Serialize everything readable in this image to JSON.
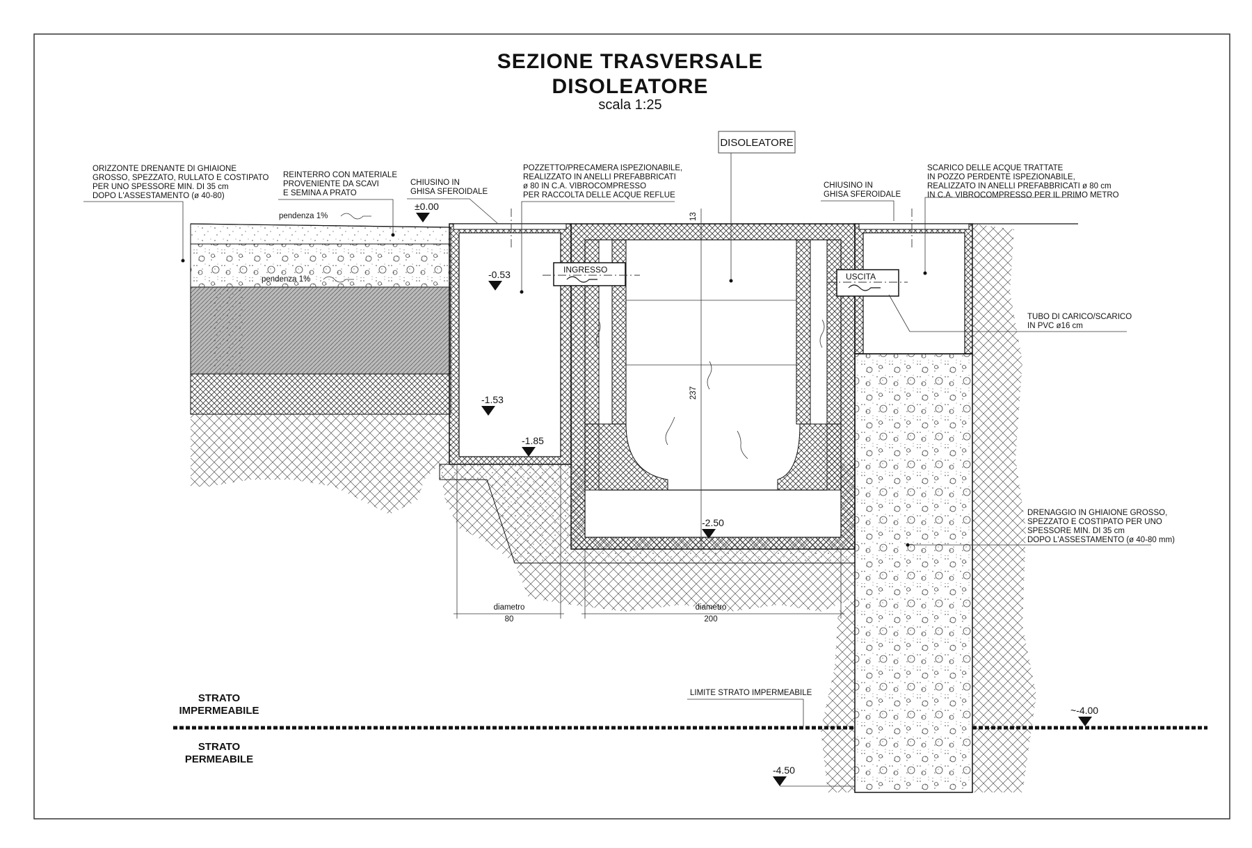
{
  "title": {
    "line1": "SEZIONE TRASVERSALE",
    "line2": "DISOLEATORE",
    "scale": "scala 1:25"
  },
  "notes": {
    "orizzonte": [
      "ORIZZONTE DRENANTE DI GHIAIONE",
      "GROSSO, SPEZZATO, RULLATO E COSTIPATO",
      "PER UNO SPESSORE MIN. DI 35 cm",
      "DOPO L'ASSESTAMENTO (ø 40-80)"
    ],
    "reinterro": [
      "REINTERRO CON MATERIALE",
      "PROVENIENTE DA SCAVI",
      "E SEMINA A PRATO"
    ],
    "chiusino_left": [
      "CHIUSINO IN",
      "GHISA SFEROIDALE"
    ],
    "pozzetto": [
      "POZZETTO/PRECAMERA ISPEZIONABILE,",
      "REALIZZATO IN ANELLI PREFABBRICATI",
      "ø 80 IN C.A. VIBROCOMPRESSO",
      "PER RACCOLTA DELLE ACQUE REFLUE"
    ],
    "disoleatore_box": "DISOLEATORE",
    "chiusino_right": [
      "CHIUSINO IN",
      "GHISA SFEROIDALE"
    ],
    "scarico": [
      "SCARICO DELLE ACQUE TRATTATE",
      "IN POZZO PERDENTE ISPEZIONABILE,",
      "REALIZZATO IN ANELLI PREFABBRICATI ø 80 cm",
      "IN C.A. VIBROCOMPRESSO PER IL PRIMO METRO"
    ],
    "tubo": [
      "TUBO DI CARICO/SCARICO",
      "IN PVC ø16 cm"
    ],
    "drenaggio": [
      "DRENAGGIO IN GHIAIONE GROSSO,",
      "SPEZZATO E COSTIPATO PER UNO",
      "SPESSORE MIN. DI 35 cm",
      "DOPO L'ASSESTAMENTO (ø 40-80 mm)"
    ],
    "limite": "LIMITE STRATO IMPERMEABILE"
  },
  "slopes": [
    "pendenza 1%",
    "pendenza 1%"
  ],
  "pipes": {
    "in": "INGRESSO",
    "out": "USCITA"
  },
  "elevations": {
    "e0": "±0.00",
    "e053": "-0.53",
    "e153": "-1.53",
    "e185": "-1.85",
    "e250": "-2.50",
    "e400": "~-4.00",
    "e450": "-4.50"
  },
  "dims": {
    "slab": "13",
    "height": "237",
    "d1_label": "diametro",
    "d1_value": "80",
    "d2_label": "diametro",
    "d2_value": "200"
  },
  "strata": {
    "imp1": "STRATO",
    "imp2": "IMPERMEABILE",
    "perm1": "STRATO",
    "perm2": "PERMEABILE"
  }
}
